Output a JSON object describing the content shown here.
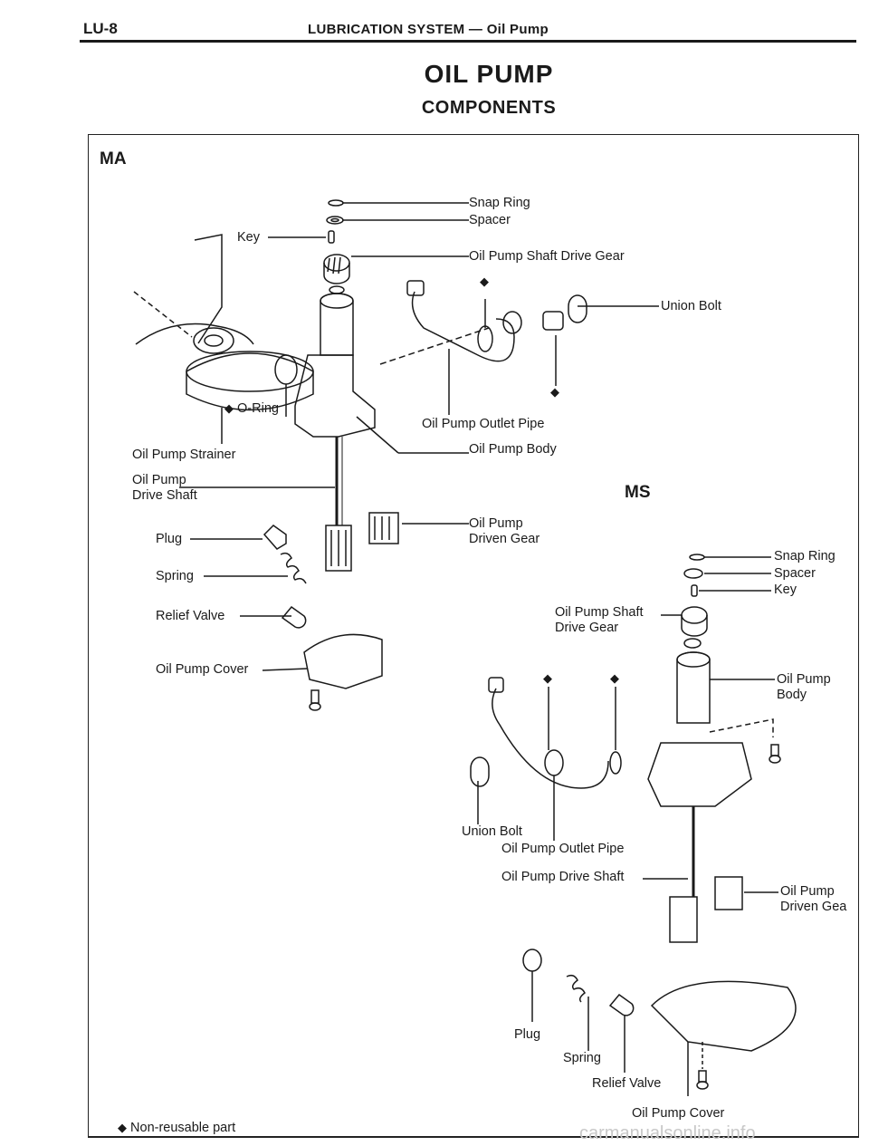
{
  "header": {
    "page_code": "LU-8",
    "section": "LUBRICATION SYSTEM — Oil Pump"
  },
  "title": "OIL PUMP",
  "subtitle": "COMPONENTS",
  "ma": {
    "label": "MA",
    "parts": {
      "snap_ring": "Snap Ring",
      "spacer": "Spacer",
      "key": "Key",
      "drive_gear": "Oil Pump Shaft Drive Gear",
      "union_bolt": "Union Bolt",
      "o_ring": "O-Ring",
      "strainer": "Oil Pump Strainer",
      "outlet_pipe": "Oil Pump Outlet Pipe",
      "body": "Oil Pump Body",
      "drive_shaft_1": "Oil Pump",
      "drive_shaft_2": "Drive Shaft",
      "plug": "Plug",
      "spring": "Spring",
      "relief_valve": "Relief Valve",
      "cover": "Oil Pump Cover",
      "driven_gear_1": "Oil Pump",
      "driven_gear_2": "Driven Gear"
    }
  },
  "ms": {
    "label": "MS",
    "parts": {
      "snap_ring": "Snap Ring",
      "spacer": "Spacer",
      "key": "Key",
      "drive_gear_1": "Oil Pump Shaft",
      "drive_gear_2": "Drive Gear",
      "body_1": "Oil Pump",
      "body_2": "Body",
      "union_bolt": "Union Bolt",
      "outlet_pipe": "Oil Pump Outlet Pipe",
      "drive_shaft": "Oil Pump Drive Shaft",
      "driven_gear_1": "Oil Pump",
      "driven_gear_2": "Driven Gea",
      "plug": "Plug",
      "spring": "Spring",
      "relief_valve": "Relief Valve",
      "cover": "Oil Pump Cover"
    }
  },
  "legend": {
    "symbol": "◆",
    "text": "Non-reusable part"
  },
  "watermark": "carmanualsonline.info"
}
